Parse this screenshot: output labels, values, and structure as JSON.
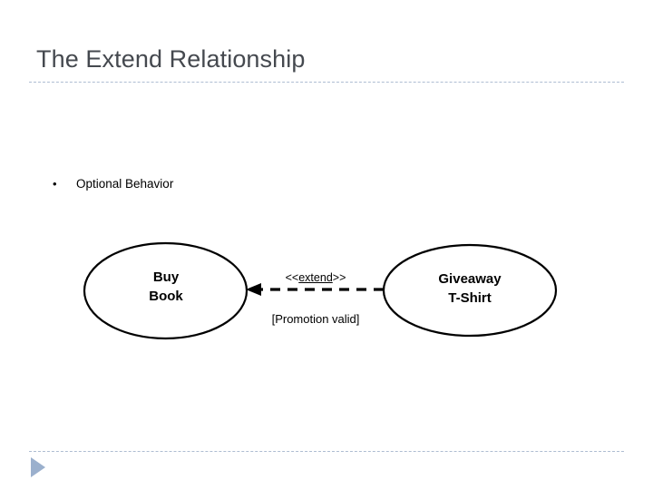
{
  "slide": {
    "title": "The Extend Relationship",
    "bullets": [
      {
        "marker": "•",
        "text": "Optional Behavior"
      }
    ],
    "footer_marker_icon": "play-triangle-icon"
  },
  "diagram": {
    "type": "uml-use-case",
    "use_cases": [
      {
        "id": "source",
        "line1": "Buy",
        "line2": "Book"
      },
      {
        "id": "target",
        "line1": "Giveaway",
        "line2": "T-Shirt"
      }
    ],
    "relationship": {
      "kind": "extend",
      "stereotype_open": "<<",
      "stereotype_word": "extend",
      "stereotype_close": ">>",
      "condition": "[Promotion valid]",
      "line_style": "dashed",
      "arrow_direction": "left",
      "from": "Giveaway T-Shirt",
      "to": "Buy Book"
    }
  },
  "colors": {
    "title": "#45494f",
    "rule": "#aebdd2",
    "shape_stroke": "#000000",
    "shape_fill": "#ffffff",
    "footer_marker": "#9bb0cd",
    "text": "#000000"
  }
}
